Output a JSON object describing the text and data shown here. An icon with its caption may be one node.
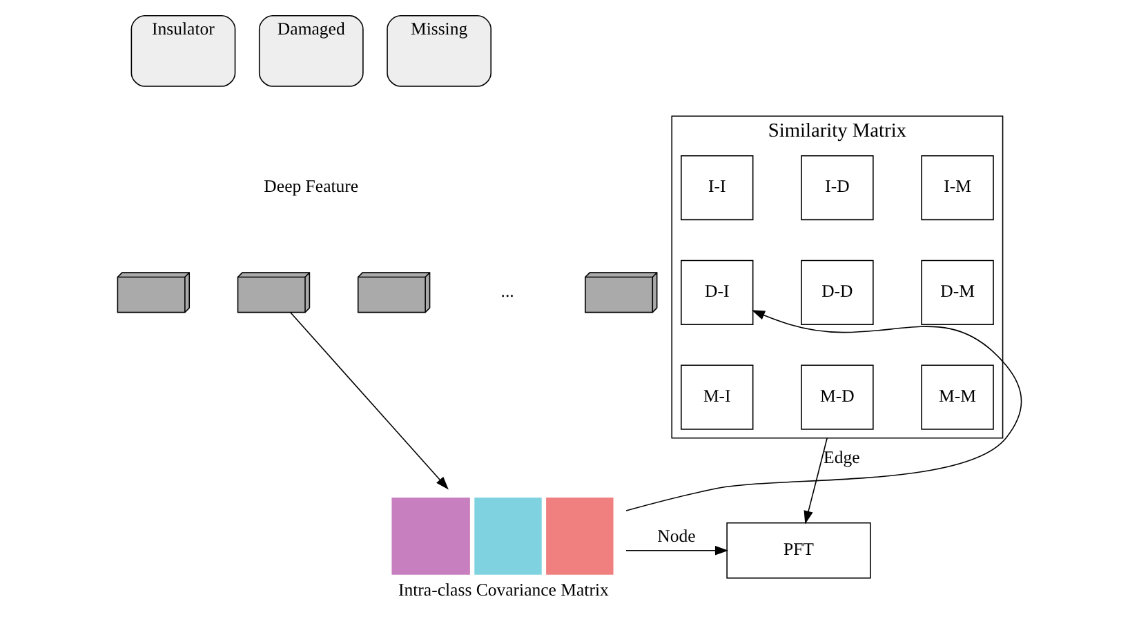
{
  "diagram": {
    "nodes": [
      {
        "text": [
          "Insulator"
        ]
      },
      {
        "text": [
          "Damaged"
        ]
      },
      {
        "text": [
          "Missing"
        ]
      },
      {
        "text": [],
        "shape": "box"
      },
      {
        "text": [],
        "shape": "box"
      },
      {
        "text": [],
        "shape": "box"
      },
      {
        "text": [],
        "shape": "box"
      },
      {
        "text": [
          "Intra-class Covariance Matrix"
        ]
      },
      {
        "text": [
          "Similarity Matrix"
        ]
      },
      {
        "text": [
          "I-I"
        ],
        "in": 8
      },
      {
        "text": [
          "I-D"
        ],
        "in": 8
      },
      {
        "text": [
          "I-M"
        ],
        "in": 8
      },
      {
        "text": [
          "D-I"
        ],
        "in": 8
      },
      {
        "text": [
          "D-D"
        ],
        "in": 8
      },
      {
        "text": [
          "D-M"
        ],
        "in": 8
      },
      {
        "text": [
          "M-I"
        ],
        "in": 8
      },
      {
        "text": [
          "M-D"
        ],
        "in": 8
      },
      {
        "text": [
          "M-M"
        ],
        "in": 8
      },
      {
        "text": [
          "PFT"
        ]
      }
    ],
    "edges": [
      {
        "from": 4,
        "to": 7,
        "arrow": "to"
      },
      {
        "from": 7,
        "to": 12,
        "arrow": "to"
      },
      {
        "from": 7,
        "to": 18,
        "label": "Node",
        "arrow": "to"
      },
      {
        "from": 8,
        "to": 18,
        "label": "Edge",
        "arrow": "to"
      }
    ],
    "labels": [
      "Deep Feature",
      "..."
    ]
  }
}
